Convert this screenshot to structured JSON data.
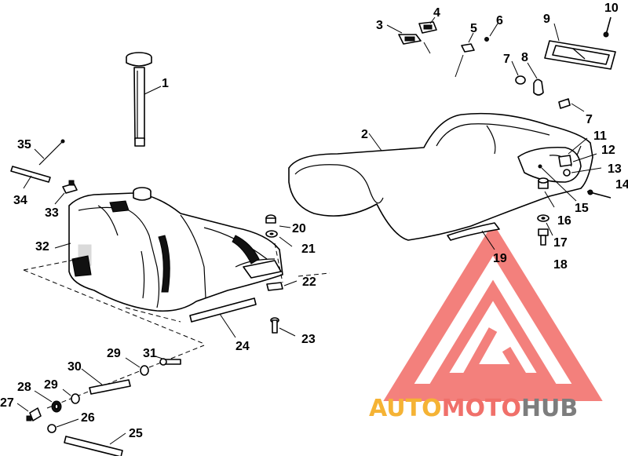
{
  "callouts": {
    "c1": "1",
    "c2": "2",
    "c3": "3",
    "c4": "4",
    "c5": "5",
    "c6": "6",
    "c7a": "7",
    "c7b": "7",
    "c8": "8",
    "c9": "9",
    "c10": "10",
    "c11": "11",
    "c12": "12",
    "c13": "13",
    "c14": "14",
    "c15": "15",
    "c16": "16",
    "c17": "17",
    "c18": "18",
    "c19": "19",
    "c20": "20",
    "c21": "21",
    "c22": "22",
    "c23": "23",
    "c24": "24",
    "c25": "25",
    "c26": "26",
    "c27": "27",
    "c28": "28",
    "c29a": "29",
    "c29b": "29",
    "c30": "30",
    "c31": "31",
    "c32": "32",
    "c33": "33",
    "c34": "34",
    "c35": "35"
  },
  "watermark": {
    "part1": "AUTO",
    "part2": "MOTO",
    "part3": "HUB",
    "colors": {
      "auto": "#f5b335",
      "moto": "#f0706a",
      "hub": "#7d7d7d",
      "logo": "#f26b66"
    }
  }
}
